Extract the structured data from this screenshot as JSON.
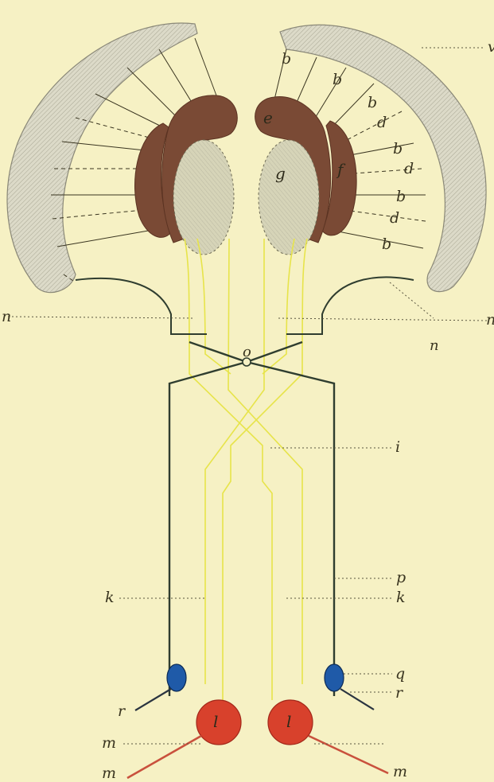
{
  "colors": {
    "background": "#f6f1c4",
    "cortex": "#dcdac8",
    "cortex_edge": "#8a8878",
    "brown_nucleus": "#7a4a35",
    "dotted_oval": "#d6d4b8",
    "yellow_fibre": "#e7e44a",
    "dark_fibre": "#2f3d2f",
    "blue_cell": "#1f5aa8",
    "red_cell": "#d8412c"
  },
  "labels": {
    "b1": "b",
    "b2": "b",
    "b3": "b",
    "b4": "b",
    "b5": "b",
    "b6": "b",
    "d1": "d",
    "d2": "d",
    "d3": "d",
    "e": "e",
    "f": "f",
    "g": "g",
    "n_left": "n",
    "n_right": "n",
    "n_lower": "n",
    "o": "o",
    "i": "i",
    "p": "p",
    "k_left": "k",
    "k_right": "k",
    "q": "q",
    "r_left": "r",
    "r_right": "r",
    "l_left": "l",
    "l_right": "l",
    "m_left_upper": "m",
    "m_left_lower": "m",
    "m_right": "m",
    "v": "v"
  }
}
